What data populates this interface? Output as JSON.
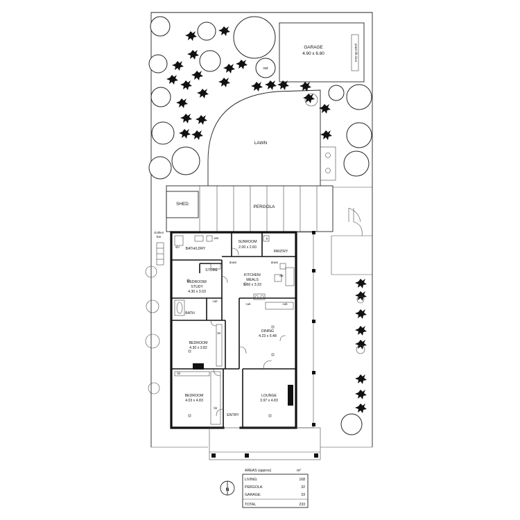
{
  "plan": {
    "garage": {
      "name": "GARAGE",
      "dims": "4.90 x 6.80"
    },
    "carport_door_label": "panel lift door",
    "rwt": "rwt",
    "lawn": "LAWN",
    "shed": "SHED",
    "pergola": "PERGOLA",
    "clothesline": [
      "clothes",
      "line"
    ],
    "rooms": {
      "bath_ldry": "BATH/LDRY",
      "shr": "shr",
      "wm": "wm",
      "sunroom": {
        "name": "SUNROOM",
        "dims": "2.00 x 2.60"
      },
      "fr": "fr",
      "pantry": "PANTRY",
      "store": "STORE",
      "down1": "down",
      "down2": "down",
      "bedroom_study": {
        "name": [
          "BEDROOM/",
          "STUDY"
        ],
        "dims": "4.30 x 3.03"
      },
      "kitchen": {
        "name": [
          "KITCHEN/",
          "MEALS"
        ],
        "dims": "5.66 x 3.33"
      },
      "dw": "dw",
      "cub1": "cub",
      "cub2": "cub",
      "cub3": "cub",
      "bath": "BATH",
      "bedroom2": {
        "name": "BEDROOM",
        "dims": "4.30 x 3.82"
      },
      "bir1": "bir",
      "dining": {
        "name": "DINING",
        "dims": "4.23 x 5.48"
      },
      "bir2": "bir",
      "bir3": "bir",
      "bedroom1": {
        "name": "BEDROOM",
        "dims": "4.03 x 4.83"
      },
      "lounge": {
        "name": "LOUNGE",
        "dims": "3.97 x 4.83"
      },
      "entry": "ENTRY"
    },
    "north": "N"
  },
  "areas": {
    "title": "AREAS (approx)",
    "unit": "m²",
    "rows": [
      {
        "label": "LIVING:",
        "value": "168"
      },
      {
        "label": "PERGOLA:",
        "value": "32"
      },
      {
        "label": "GARAGE:",
        "value": "33"
      }
    ],
    "total": {
      "label": "TOTAL",
      "value": "233"
    }
  }
}
